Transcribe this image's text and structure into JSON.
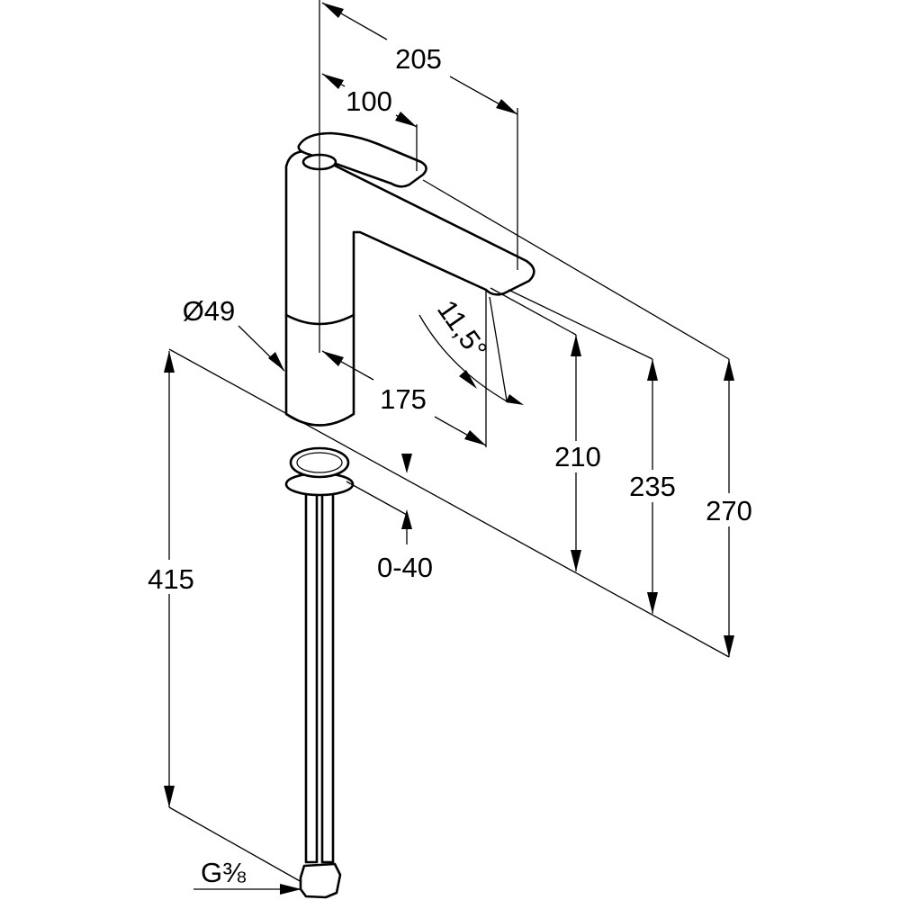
{
  "diagram": {
    "dimensions": {
      "spout_top_reach": "205",
      "lever_reach": "100",
      "body_diameter": "Ø49",
      "spout_reach": "175",
      "spout_angle": "11,5°",
      "spout_height": "210",
      "outlet_height": "235",
      "total_height": "270",
      "hose_length": "415",
      "deck_thickness": "0-40",
      "connection_thread": "G⅜"
    },
    "colors": {
      "line": "#000000",
      "background": "#ffffff"
    }
  }
}
